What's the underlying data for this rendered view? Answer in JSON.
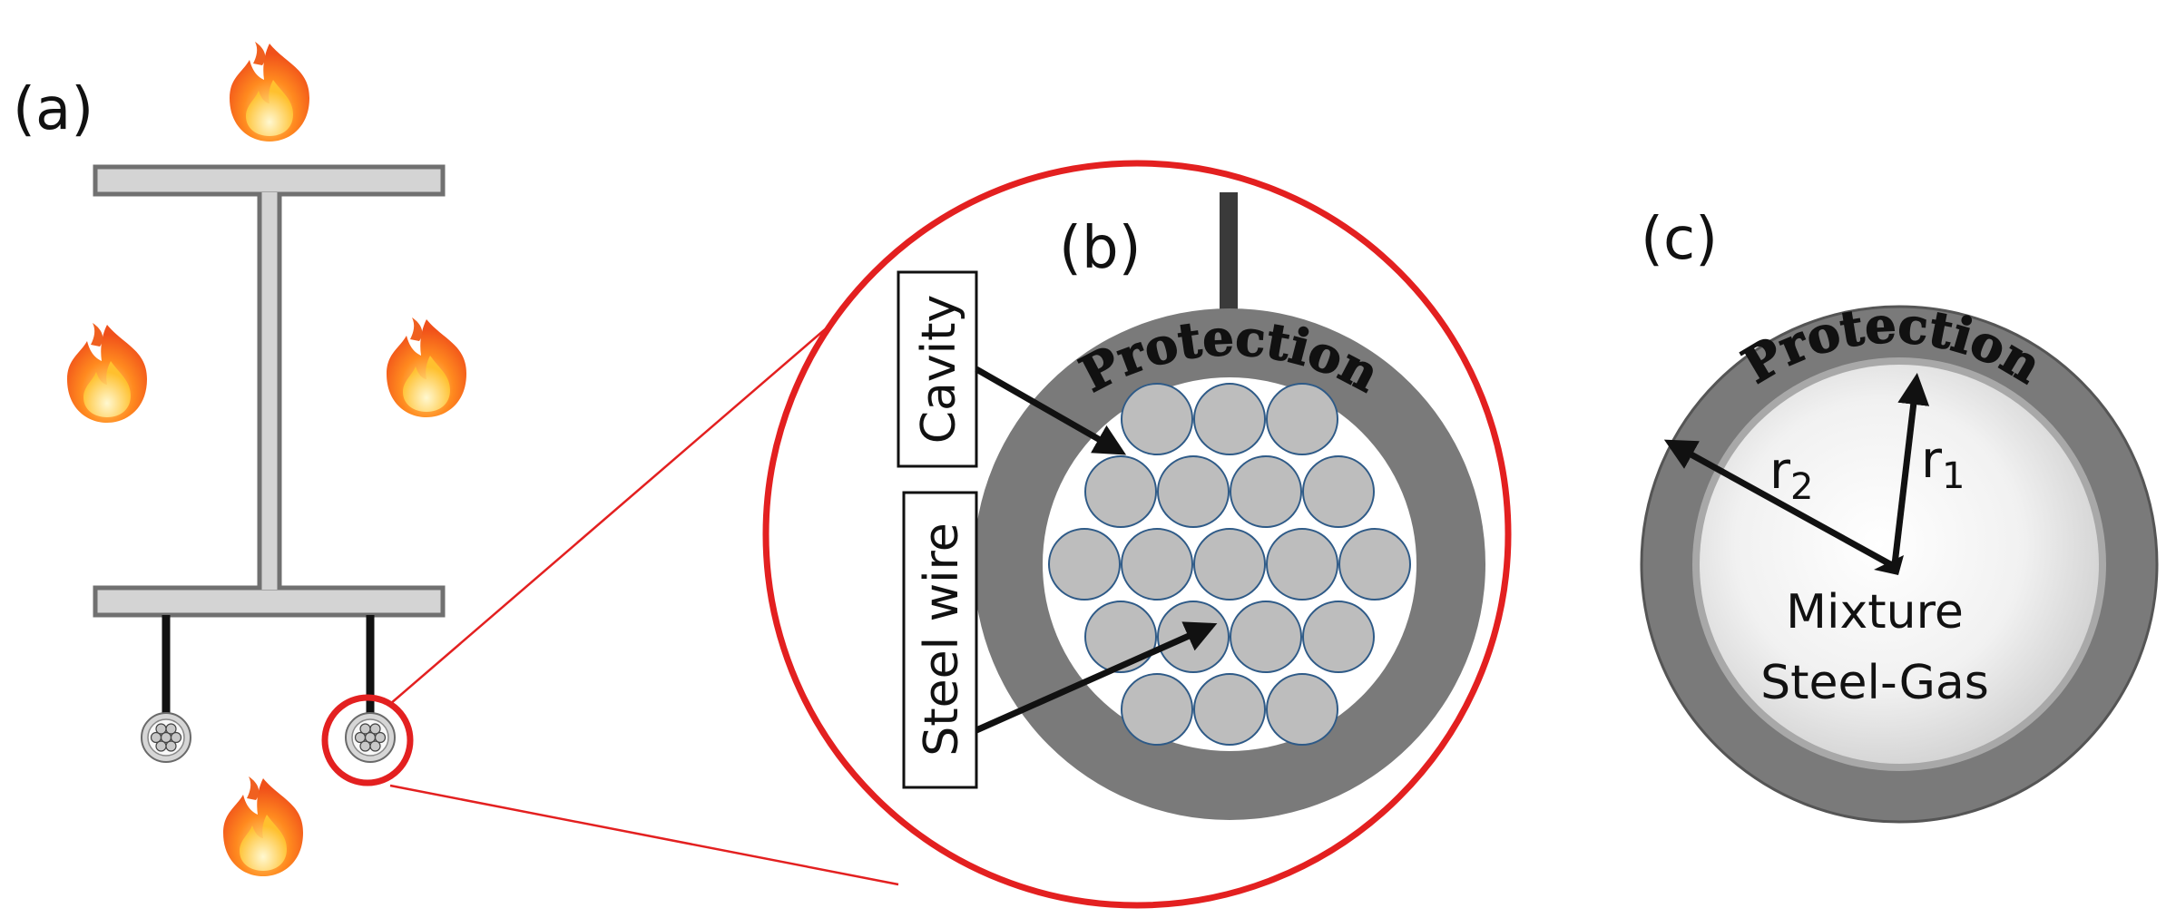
{
  "panels": {
    "a": "(a)",
    "b": "(b)",
    "c": "(c)"
  },
  "labels": {
    "cavity": "Cavity",
    "steel_wire": "Steel wire",
    "protection_b": "Protection",
    "protection_c": "Protection",
    "r2_main": "r",
    "r2_sub": "2",
    "r1_main": "r",
    "r1_sub": "1",
    "mixture_line1": "Mixture",
    "mixture_line2": "Steel-Gas"
  },
  "colors": {
    "beam_fill": "#d4d4d4",
    "beam_stroke": "#707070",
    "protection": "#7a7a7a",
    "wire_fill": "#bdbdbd",
    "wire_stroke": "#2e5a87",
    "highlight": "#e32020",
    "cable": "#3a3a3a"
  },
  "icons": [
    "fire-icon",
    "cable-section-icon"
  ]
}
